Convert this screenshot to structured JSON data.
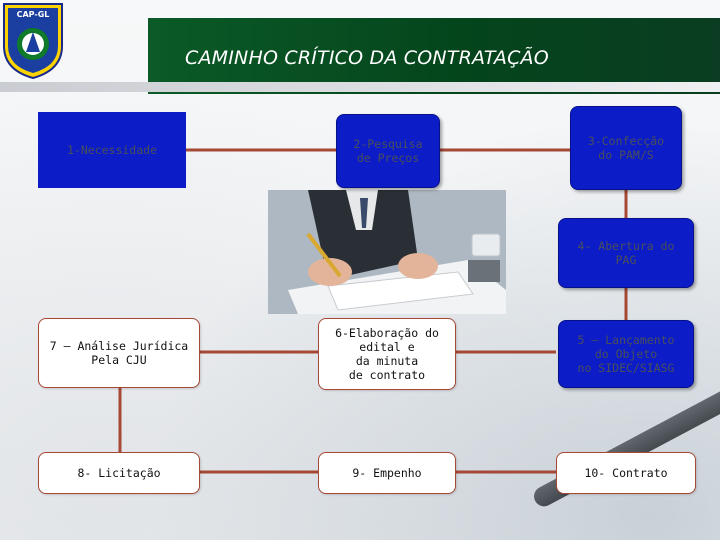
{
  "header": {
    "title": "CAMINHO CRÍTICO DA CONTRATAÇÃO",
    "logo_text": "CAP-GL"
  },
  "nodes": {
    "n1": "1-Necessidade",
    "n2": "2-Pesquisa\nde Preços",
    "n3": "3-Confecção\ndo PAM/S",
    "n4": "4- Abertura do\nPAG",
    "n5": "5 – Lançamento\ndo Objeto\nno SIDEC/SIASG",
    "n6": "6-Elaboração do\nedital e\nda minuta\nde contrato",
    "n7": "7 – Análise  Jurídica\nPela CJU",
    "n8": "8- Licitação",
    "n9": "9- Empenho",
    "n10": "10- Contrato"
  },
  "colors": {
    "header_green": "#04451c",
    "node_blue": "#0c1dc8",
    "connector": "#a54836",
    "node_border": "#a54836"
  },
  "icons": [
    "emblem-icon"
  ]
}
